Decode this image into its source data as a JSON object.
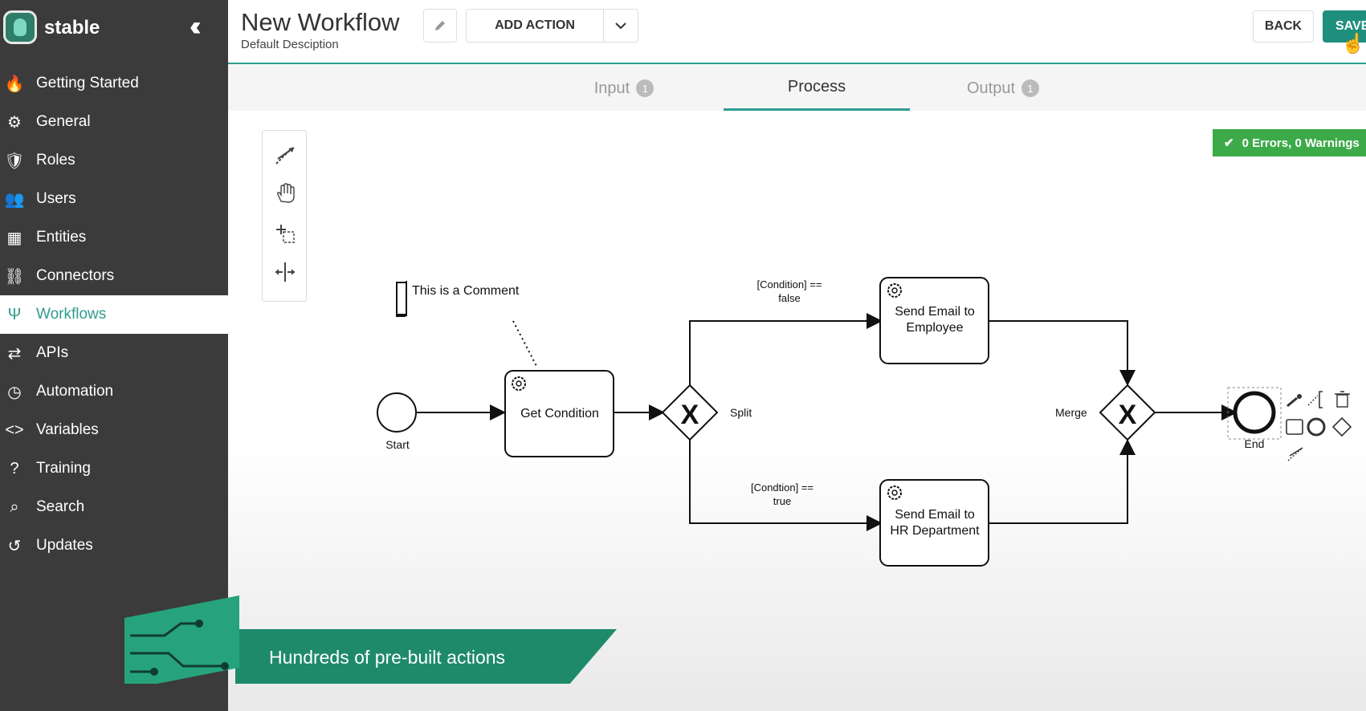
{
  "app": {
    "brand": "stable"
  },
  "sidebar": {
    "items": [
      {
        "label": "Getting Started",
        "icon": "fire-icon",
        "glyph": "🔥"
      },
      {
        "label": "General",
        "icon": "gear-icon",
        "glyph": "⚙"
      },
      {
        "label": "Roles",
        "icon": "shield-icon",
        "glyph": "🛡"
      },
      {
        "label": "Users",
        "icon": "users-icon",
        "glyph": "👥"
      },
      {
        "label": "Entities",
        "icon": "table-icon",
        "glyph": "▦"
      },
      {
        "label": "Connectors",
        "icon": "link-icon",
        "glyph": "⛓"
      },
      {
        "label": "Workflows",
        "icon": "usb-icon",
        "glyph": "Ψ",
        "active": true
      },
      {
        "label": "APIs",
        "icon": "arrows-icon",
        "glyph": "⇄"
      },
      {
        "label": "Automation",
        "icon": "clock-icon",
        "glyph": "◷"
      },
      {
        "label": "Variables",
        "icon": "code-icon",
        "glyph": "<>"
      },
      {
        "label": "Training",
        "icon": "help-icon",
        "glyph": "?"
      },
      {
        "label": "Search",
        "icon": "search-icon",
        "glyph": "⌕"
      },
      {
        "label": "Updates",
        "icon": "history-icon",
        "glyph": "↺"
      }
    ]
  },
  "header": {
    "title": "New Workflow",
    "description": "Default Desciption",
    "add_action": "ADD ACTION",
    "back": "BACK",
    "save": "SAVE"
  },
  "tabs": [
    {
      "label": "Input",
      "badge": "1"
    },
    {
      "label": "Process",
      "badge": ""
    },
    {
      "label": "Output",
      "badge": "1"
    }
  ],
  "canvas": {
    "status": "0 Errors, 0 Warnings"
  },
  "diagram": {
    "comment": "This is a Comment",
    "start_label": "Start",
    "end_label": "End",
    "split_label": "Split",
    "merge_label": "Merge",
    "task_get_condition": "Get Condition",
    "task_email_employee_line1": "Send Email to",
    "task_email_employee_line2": "Employee",
    "task_email_hr_line1": "Send Email to",
    "task_email_hr_line2": "HR Department",
    "cond_false_line1": "[Condition] ==",
    "cond_false_line2": "false",
    "cond_true_line1": "[Condtion] ==",
    "cond_true_line2": "true"
  },
  "banner": {
    "text": "Hundreds of pre-built actions"
  },
  "colors": {
    "sidebar_bg": "#3b3b3b",
    "accent": "#2e9c8f",
    "save_bg": "#1f8f7d",
    "status_green": "#3daa4a",
    "banner_green": "#1e8a6a"
  }
}
